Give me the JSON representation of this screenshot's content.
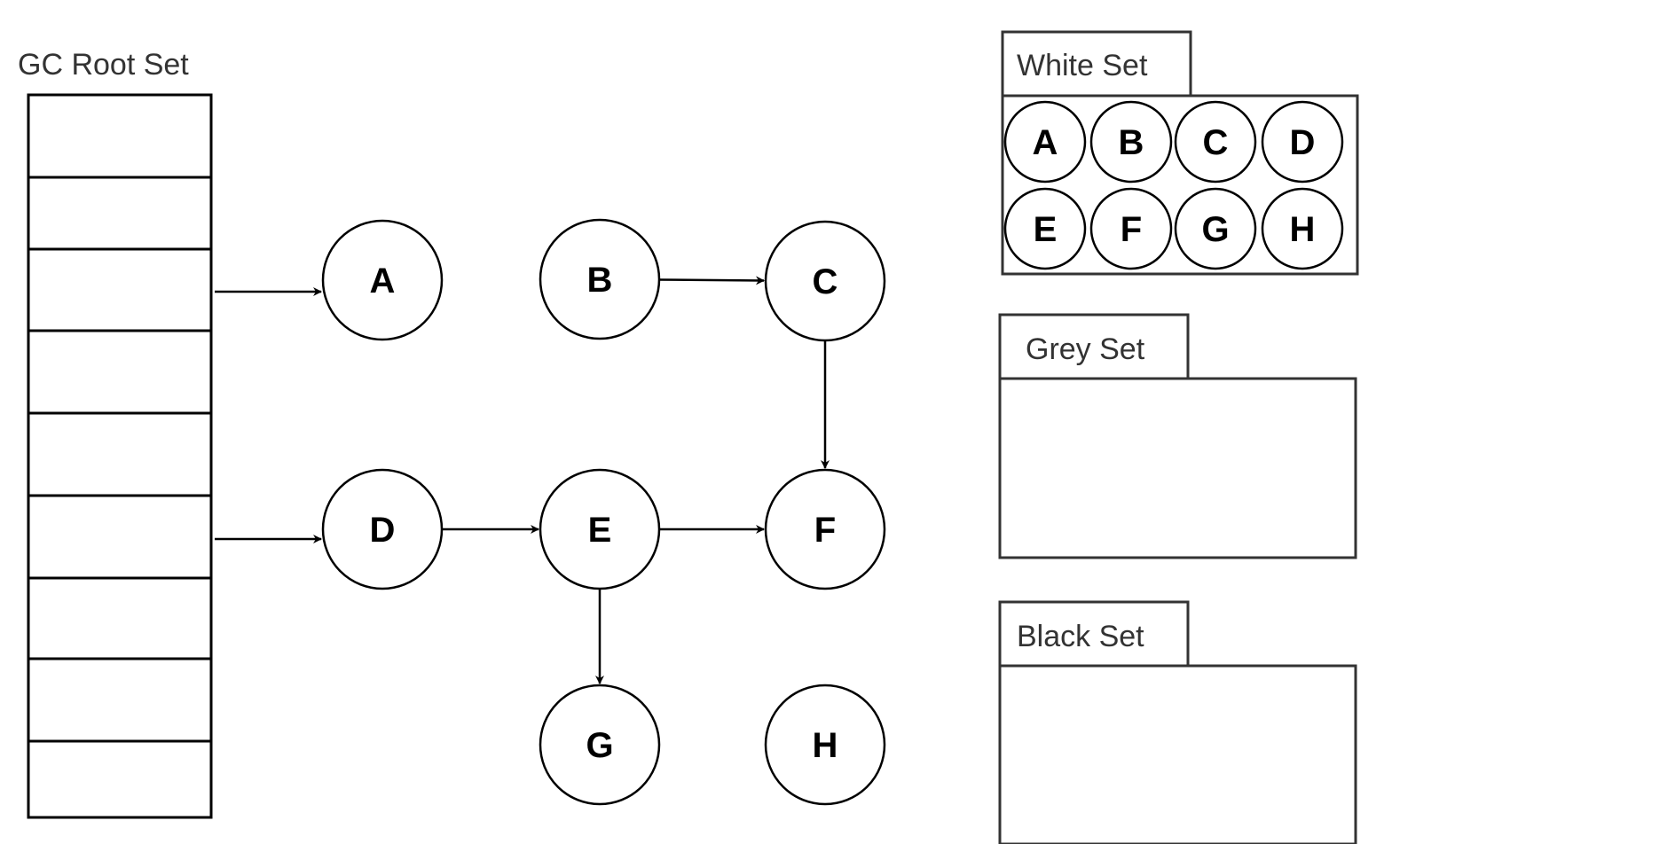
{
  "root_set": {
    "title": "GC Root Set",
    "slot_count": 9,
    "pointers_from_slots": [
      {
        "slot": 3,
        "to": "A"
      },
      {
        "slot": 6,
        "to": "D"
      }
    ]
  },
  "heap": {
    "nodes": [
      "A",
      "B",
      "C",
      "D",
      "E",
      "F",
      "G",
      "H"
    ],
    "edges": [
      {
        "from": "B",
        "to": "C"
      },
      {
        "from": "C",
        "to": "F"
      },
      {
        "from": "D",
        "to": "E"
      },
      {
        "from": "E",
        "to": "F"
      },
      {
        "from": "E",
        "to": "G"
      }
    ]
  },
  "sets": {
    "white": {
      "title": "White Set",
      "members": [
        "A",
        "B",
        "C",
        "D",
        "E",
        "F",
        "G",
        "H"
      ]
    },
    "grey": {
      "title": "Grey Set",
      "members": []
    },
    "black": {
      "title": "Black Set",
      "members": []
    }
  },
  "colors": {
    "stroke": "#000000",
    "fill": "#ffffff",
    "label_text": "#333333"
  }
}
